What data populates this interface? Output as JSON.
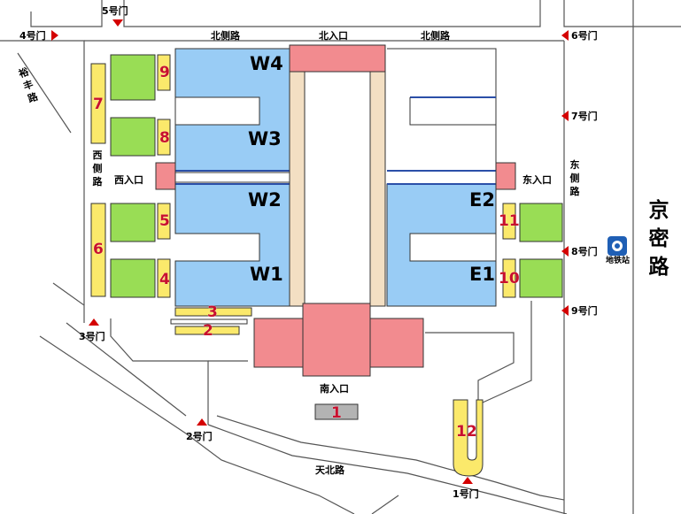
{
  "roads": {
    "north": "北侧路",
    "north2": "北侧路",
    "west": "西侧路",
    "east": "东侧路",
    "yufeng": "裕丰路",
    "jingmi": "京密路",
    "tianbei": "天北路"
  },
  "entrances": {
    "north": "北入口",
    "south": "南入口",
    "west": "西入口",
    "east": "东入口"
  },
  "halls": [
    "W4",
    "W3",
    "W2",
    "W1",
    "E2",
    "E1"
  ],
  "gates": {
    "g1": "1号门",
    "g2": "2号门",
    "g3": "3号门",
    "g4": "4号门",
    "g5": "5号门",
    "g6": "6号门",
    "g7": "7号门",
    "g8": "8号门",
    "g9": "9号门"
  },
  "parking": {
    "p1": "1",
    "p2": "2",
    "p3": "3",
    "p4": "4",
    "p5": "5",
    "p6": "6",
    "p7": "7",
    "p8": "8",
    "p9": "9",
    "p10": "10",
    "p11": "11",
    "p12": "12"
  },
  "metro": {
    "label": "地铁站",
    "icon": "metro-icon"
  },
  "colors": {
    "hall": "#99ccf5",
    "entrance": "#f28b8f",
    "corridor": "#f3dfc3",
    "green": "#99dd55",
    "parking": "#fbe96b",
    "gate": "#d40000",
    "parking_number": "#c8102e"
  }
}
